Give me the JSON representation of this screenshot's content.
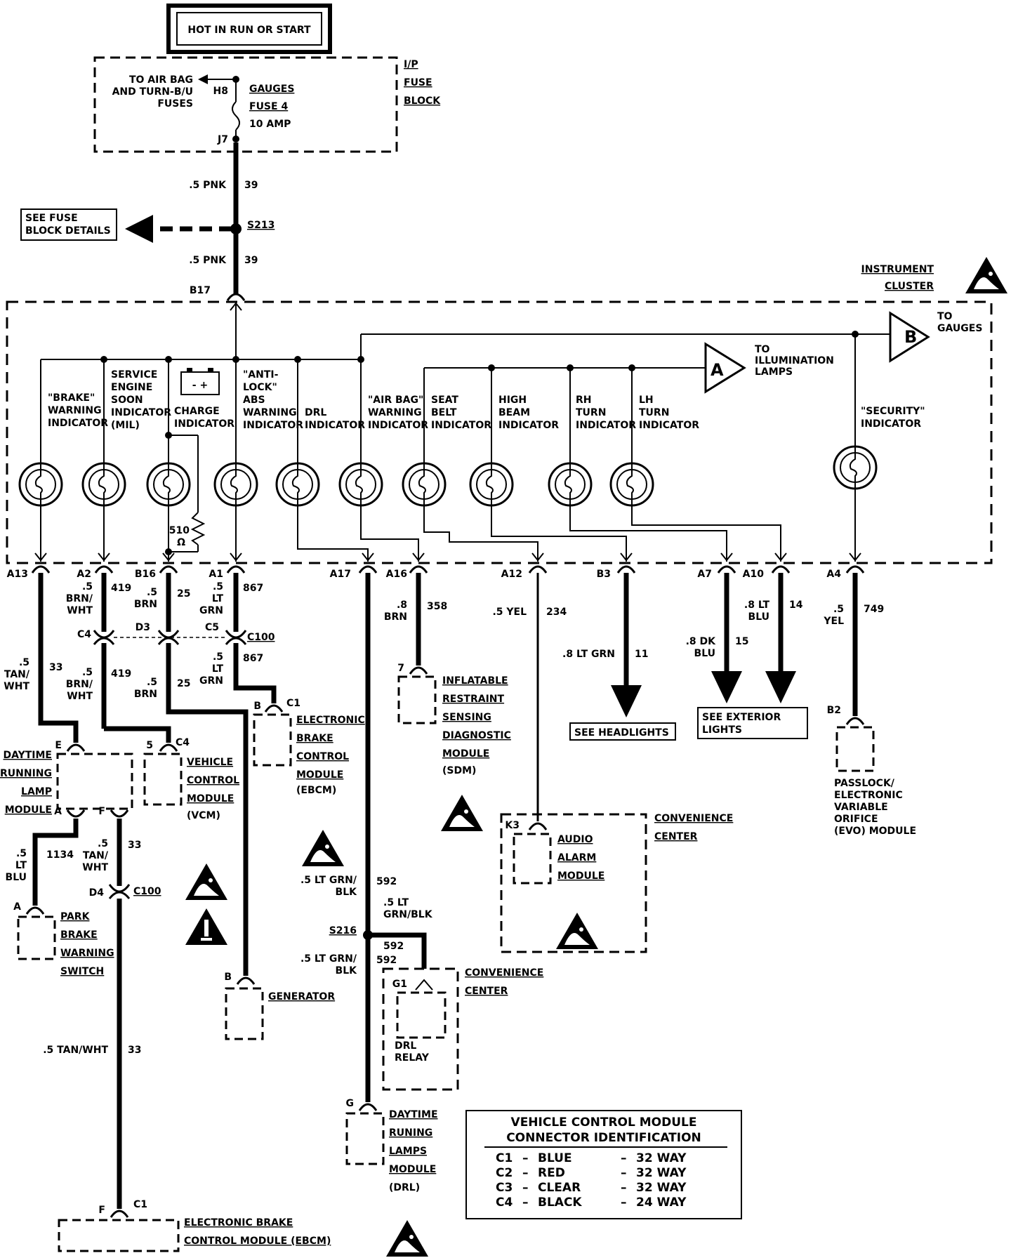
{
  "header": {
    "title": "HOT IN RUN OR START"
  },
  "fuse_block": {
    "title": [
      "I/P",
      "FUSE",
      "BLOCK"
    ],
    "to_airbag": [
      "TO AIR BAG",
      "AND TURN-B/U",
      "FUSES"
    ],
    "pin_h8": "H8",
    "pin_j7": "J7",
    "fuse": [
      "GAUGES",
      "FUSE 4",
      "10 AMP"
    ]
  },
  "feed": {
    "wire_top": ".5 PNK",
    "circuit_top": "39",
    "see_fuse": [
      "SEE FUSE",
      "BLOCK DETAILS"
    ],
    "splice": "S213",
    "wire_bottom": ".5 PNK",
    "circuit_bottom": "39",
    "pin_b17": "B17"
  },
  "cluster": {
    "title": [
      "INSTRUMENT",
      "CLUSTER"
    ],
    "to_gauges_letter": "B",
    "to_gauges": [
      "TO",
      "GAUGES"
    ],
    "to_illum_letter": "A",
    "to_illum": [
      "TO",
      "ILLUMINATION",
      "LAMPS"
    ],
    "resistor": [
      "510",
      "Ω"
    ],
    "battery_symbol": "- +",
    "indicators": [
      {
        "label": [
          "\"BRAKE\"",
          "WARNING",
          "INDICATOR"
        ]
      },
      {
        "label": [
          "SERVICE",
          "ENGINE",
          "SOON",
          "INDICATOR",
          "(MIL)"
        ]
      },
      {
        "label": [
          "CHARGE",
          "INDICATOR"
        ]
      },
      {
        "label": [
          "\"ANTI-",
          "LOCK\"",
          "ABS",
          "WARNING",
          "INDICATOR"
        ]
      },
      {
        "label": [
          "DRL",
          "INDICATOR"
        ]
      },
      {
        "label": [
          "\"AIR BAG\"",
          "WARNING",
          "INDICATOR"
        ]
      },
      {
        "label": [
          "SEAT",
          "BELT",
          "INDICATOR"
        ]
      },
      {
        "label": [
          "HIGH",
          "BEAM",
          "INDICATOR"
        ]
      },
      {
        "label": [
          "RH",
          "TURN",
          "INDICATOR"
        ]
      },
      {
        "label": [
          "LH",
          "TURN",
          "INDICATOR"
        ]
      },
      {
        "label": [
          "\"SECURITY\"",
          "INDICATOR"
        ]
      }
    ],
    "pins": [
      "A13",
      "A2",
      "B16",
      "A1",
      "A17",
      "A16",
      "A12",
      "B3",
      "A7",
      "A10",
      "A4"
    ]
  },
  "wires": {
    "a13": {
      "size": [
        ".5",
        "TAN/",
        "WHT"
      ],
      "circuit": "33"
    },
    "a2": {
      "size": [
        ".5",
        "BRN/",
        "WHT"
      ],
      "circuit": "419"
    },
    "b16": {
      "size": [
        ".5",
        "BRN"
      ],
      "circuit": "25"
    },
    "a1": {
      "size": [
        ".5",
        "LT",
        "GRN"
      ],
      "circuit": "867"
    },
    "a16": {
      "size": [
        ".8",
        "BRN"
      ],
      "circuit": "358"
    },
    "a12": {
      "size": ".5 YEL",
      "circuit": "234"
    },
    "b3": {
      "size": ".8 LT GRN",
      "circuit": "11"
    },
    "a7": {
      "size": [
        ".8 DK",
        "BLU"
      ],
      "circuit": "15"
    },
    "a10": {
      "size": [
        ".8 LT",
        "BLU"
      ],
      "circuit": "14"
    },
    "a4": {
      "size": [
        ".5",
        "YEL"
      ],
      "circuit": "749"
    },
    "a2_lower": {
      "size": [
        ".5",
        "BRN/",
        "WHT"
      ],
      "circuit": "419"
    },
    "b16_lower": {
      "size": [
        ".5",
        "BRN"
      ],
      "circuit": "25"
    },
    "a1_lower": {
      "size": [
        ".5",
        "LT",
        "GRN"
      ],
      "circuit": "867"
    },
    "drl_a": {
      "size": [
        ".5",
        "LT",
        "BLU"
      ],
      "circuit": "1134"
    },
    "drl_f": {
      "size": [
        ".5",
        "TAN/",
        "WHT"
      ],
      "circuit": "33"
    },
    "bottom_33": {
      "size": ".5 TAN/WHT",
      "circuit": "33"
    },
    "a17_upper": {
      "size": [
        ".5 LT GRN/",
        "BLK"
      ],
      "circuit": "592"
    },
    "s216_right": {
      "size": [
        ".5 LT",
        "GRN/BLK"
      ],
      "circuit": "592"
    },
    "a17_lower": {
      "size": [
        ".5 LT GRN/",
        "BLK"
      ],
      "circuit": "592"
    }
  },
  "connectors": {
    "c4": "C4",
    "d3": "D3",
    "c5": "C5",
    "c100": "C100",
    "d4": "D4",
    "c100_lower": "C100",
    "s216": "S216"
  },
  "components": {
    "ebcm_top": {
      "pin": "B",
      "conn": "C1",
      "label": [
        "ELECTRONIC",
        "BRAKE",
        "CONTROL",
        "MODULE",
        "(EBCM)"
      ]
    },
    "sdm": {
      "pin": "7",
      "label": [
        "INFLATABLE",
        "RESTRAINT",
        "SENSING",
        "DIAGNOSTIC",
        "MODULE",
        "(SDM)"
      ]
    },
    "see_headlights": "SEE HEADLIGHTS",
    "see_exterior": [
      "SEE EXTERIOR",
      "LIGHTS"
    ],
    "passlock": {
      "pin": "B2",
      "label": [
        "PASSLOCK/",
        "ELECTRONIC",
        "VARIABLE",
        "ORIFICE",
        "(EVO) MODULE"
      ]
    },
    "drl_module": {
      "pin_e": "E",
      "pin_a": "A",
      "pin_f": "F",
      "label": [
        "DAYTIME",
        "RUNNING",
        "LAMP",
        "MODULE"
      ]
    },
    "vcm": {
      "pin": "5",
      "conn": "C4",
      "label": [
        "VEHICLE",
        "CONTROL",
        "MODULE",
        "(VCM)"
      ]
    },
    "park_brake": {
      "pin": "A",
      "label": [
        "PARK",
        "BRAKE",
        "WARNING",
        "SWITCH"
      ]
    },
    "generator": {
      "pin": "B",
      "label": "GENERATOR"
    },
    "conv_top": {
      "pin": "K3",
      "title": [
        "CONVENIENCE",
        "CENTER"
      ],
      "label": [
        "AUDIO",
        "ALARM",
        "MODULE"
      ]
    },
    "conv_bottom": {
      "pin": "G1",
      "title": [
        "CONVENIENCE",
        "CENTER"
      ],
      "label": [
        "DRL",
        "RELAY"
      ]
    },
    "drl_bottom": {
      "pin": "G",
      "label": [
        "DAYTIME",
        "RUNING",
        "LAMPS",
        "MODULE",
        "(DRL)"
      ]
    },
    "ebcm_bottom": {
      "pin": "F",
      "conn": "C1",
      "label": [
        "ELECTRONIC BRAKE",
        "CONTROL MODULE (EBCM)"
      ]
    }
  },
  "vcm_table": {
    "title": [
      "VEHICLE CONTROL MODULE",
      "CONNECTOR IDENTIFICATION"
    ],
    "rows": [
      {
        "id": "C1",
        "color": "BLUE",
        "ways": "32 WAY"
      },
      {
        "id": "C2",
        "color": "RED",
        "ways": "32 WAY"
      },
      {
        "id": "C3",
        "color": "CLEAR",
        "ways": "32 WAY"
      },
      {
        "id": "C4",
        "color": "BLACK",
        "ways": "24 WAY"
      }
    ]
  }
}
